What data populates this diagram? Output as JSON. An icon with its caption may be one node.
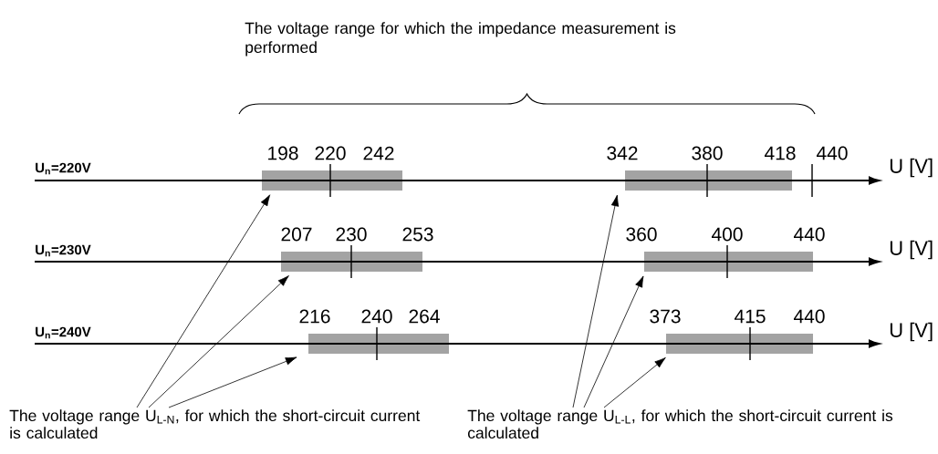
{
  "diagram": {
    "nodes": [
      {
        "text": [],
        "shape": "bar",
        "beside": [
          "198",
          "220",
          "242"
        ]
      },
      {
        "text": [],
        "shape": "bar",
        "beside": [
          "342",
          "380",
          "418"
        ]
      },
      {
        "text": [],
        "shape": "bar",
        "beside": [
          "207",
          "230",
          "253"
        ]
      },
      {
        "text": [],
        "shape": "bar",
        "beside": [
          "360",
          "400",
          "440"
        ]
      },
      {
        "text": [],
        "shape": "bar",
        "beside": [
          "216",
          "240",
          "264"
        ]
      },
      {
        "text": [],
        "shape": "bar",
        "beside": [
          "373",
          "415",
          "440"
        ]
      },
      {
        "text": [
          "The voltage range U$_{L-N}$, for which the short-circuit current is calculated"
        ]
      },
      {
        "text": [
          "The voltage range U$_{L-L}$, for which the short-circuit current is calculated"
        ]
      }
    ],
    "edges": [
      {
        "from": 6,
        "to": 0,
        "arrow": "to"
      },
      {
        "from": 6,
        "to": 2,
        "arrow": "to"
      },
      {
        "from": 6,
        "to": 4,
        "arrow": "to"
      },
      {
        "from": 7,
        "to": 1,
        "arrow": "to"
      },
      {
        "from": 7,
        "to": 3,
        "arrow": "to"
      },
      {
        "from": 7,
        "to": 5,
        "arrow": "to"
      }
    ],
    "labels": [
      "The voltage range for which the impedance measurement is performed",
      "U$_{n}$=220V",
      "440",
      "U [V]",
      "U$_{n}$=230V",
      "U [V]",
      "U$_{n}$=240V",
      "U [V]"
    ]
  }
}
